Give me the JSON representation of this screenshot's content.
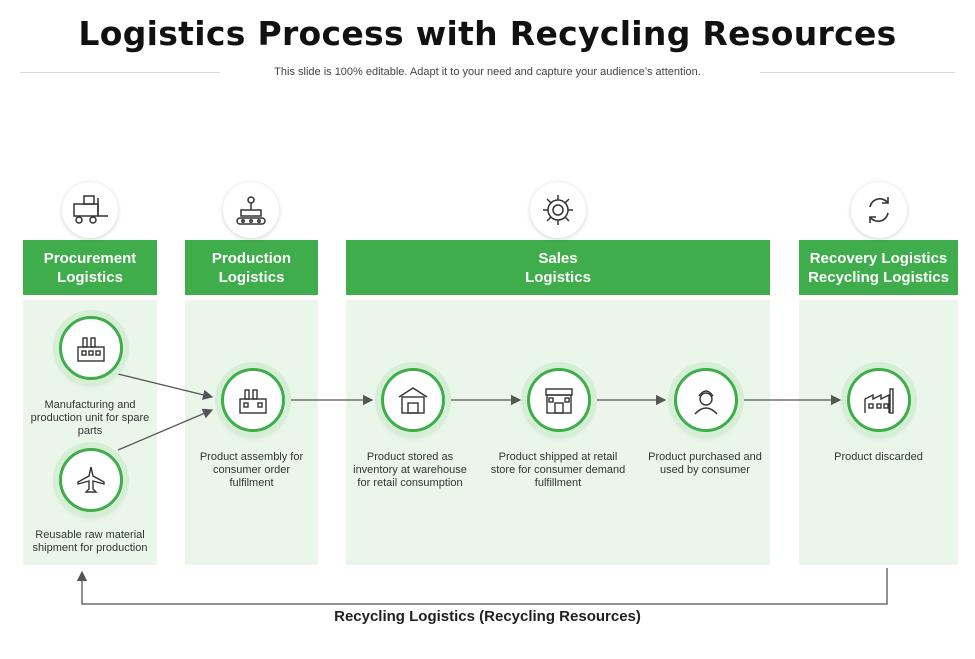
{
  "title": "Logistics Process with Recycling Resources",
  "subtitle": "This slide is 100% editable. Adapt it to your need and capture your audience’s attention.",
  "columns": [
    {
      "line1": "Procurement",
      "line2": "Logistics",
      "icon": "forklift-icon"
    },
    {
      "line1": "Production",
      "line2": "Logistics",
      "icon": "robot-arm-icon"
    },
    {
      "line1": "Sales",
      "line2": "Logistics",
      "icon": "gear-dollar-icon"
    },
    {
      "line1": "Recovery Logistics",
      "line2": "Recycling Logistics",
      "icon": "recycle-icon"
    }
  ],
  "steps": [
    {
      "caption": "Manufacturing and production unit for spare parts",
      "icon": "factory-icon"
    },
    {
      "caption": "Reusable raw material shipment for production",
      "icon": "airplane-icon"
    },
    {
      "caption": "Product assembly for consumer order fulfilment",
      "icon": "factory-icon"
    },
    {
      "caption": "Product stored as inventory at warehouse for retail consumption",
      "icon": "warehouse-icon"
    },
    {
      "caption": "Product shipped at retail store for consumer demand fulfillment",
      "icon": "store-icon"
    },
    {
      "caption": "Product purchased and used by consumer",
      "icon": "consumer-icon"
    },
    {
      "caption": "Product discarded",
      "icon": "factory-icon"
    }
  ],
  "bottom_label": "Recycling Logistics (Recycling Resources)",
  "colors": {
    "accent": "#3fad4b",
    "panel": "#eaf6ea",
    "ring": "#d5eed5"
  }
}
